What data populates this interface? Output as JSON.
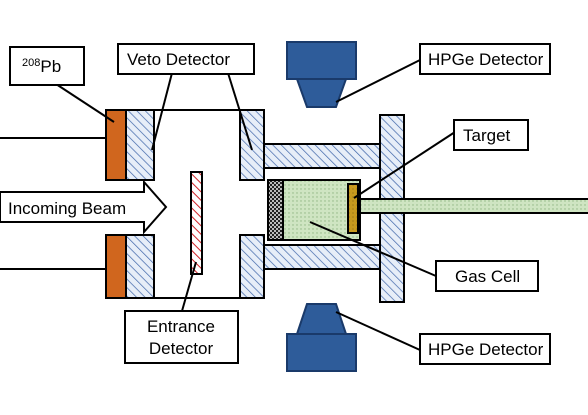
{
  "labels": {
    "pb": {
      "sup": "208",
      "main": "Pb"
    },
    "veto": "Veto Detector",
    "hpge_top": "HPGe Detector",
    "target": "Target",
    "beam": "Incoming Beam",
    "gas_cell": "Gas Cell",
    "entrance_line1": "Entrance",
    "entrance_line2": "Detector",
    "hpge_bottom": "HPGe Detector"
  },
  "colors": {
    "outline": "#000000",
    "hatch_blue": "#3d64a8",
    "hatch_bg": "#e7eef8",
    "hpge": "#2e5c9a",
    "pb": "#d0661e",
    "gas": "#cfe5c2",
    "gas_dots": "#8fb582",
    "target": "#c89a1e",
    "entrance_red": "#d1262b",
    "window_dark": "#333333"
  }
}
